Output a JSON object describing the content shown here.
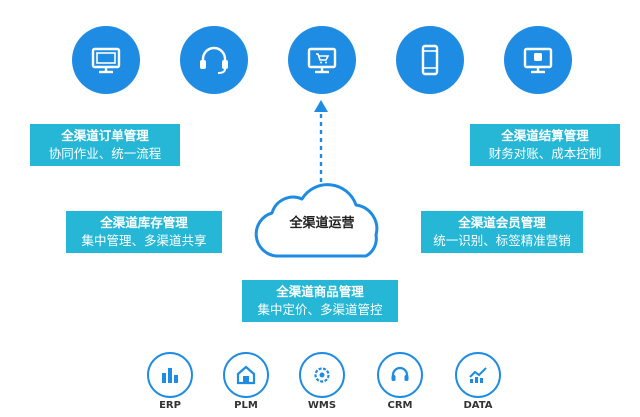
{
  "top_icons": [
    {
      "icon": "monitor-icon"
    },
    {
      "icon": "headset-icon"
    },
    {
      "icon": "shopping-cart-monitor-icon"
    },
    {
      "icon": "mobile-phone-icon"
    },
    {
      "icon": "monitor-app-icon"
    }
  ],
  "center": {
    "label": "全渠道运营"
  },
  "boxes": {
    "order": {
      "title": "全渠道订单管理",
      "sub": "协同作业、统一流程"
    },
    "settlement": {
      "title": "全渠道结算管理",
      "sub": "财务对账、成本控制"
    },
    "inventory": {
      "title": "全渠道库存管理",
      "sub": "集中管理、多渠道共享"
    },
    "member": {
      "title": "全渠道会员管理",
      "sub": "统一识别、标签精准营销"
    },
    "product": {
      "title": "全渠道商品管理",
      "sub": "集中定价、多渠道管控"
    }
  },
  "bottom_systems": [
    {
      "label": "ERP",
      "icon": "chart-building-icon"
    },
    {
      "label": "PLM",
      "icon": "house-icon"
    },
    {
      "label": "WMS",
      "icon": "gear-icon"
    },
    {
      "label": "CRM",
      "icon": "headset-icon"
    },
    {
      "label": "DATA",
      "icon": "bar-chart-icon"
    }
  ],
  "colors": {
    "primary": "#1E8CE3",
    "box": "#26B7D6",
    "cloud_stroke": "#1E8CE3"
  }
}
